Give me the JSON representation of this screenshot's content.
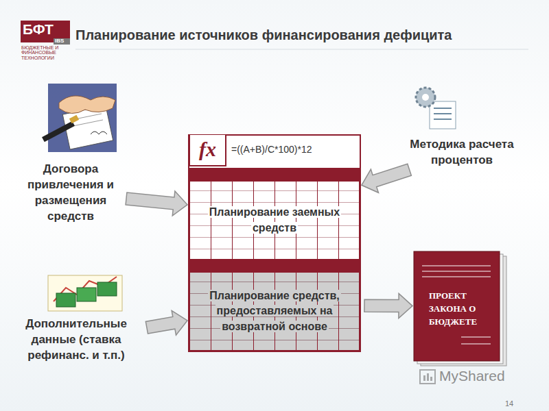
{
  "diagram": {
    "title": "Планирование источников финансирования дефицита",
    "nodes": [
      {
        "text": [
          "Договора привлечения и размещения средств"
        ]
      },
      {
        "text": [
          "Методика расчета процентов"
        ]
      },
      {
        "text": [
          "Дополнительные данные (ставка рефинанс. и т.п.)"
        ]
      },
      {
        "text": [
          "fx",
          "=((A+B)/C*100)*12"
        ]
      },
      {
        "text": [
          "Планирование заемных средств"
        ]
      },
      {
        "text": [
          "Планирование средств, предоставляемых на возвратной основе"
        ]
      },
      {
        "text": [
          "ПРОЕКТ ЗАКОНА О БЮДЖЕТЕ"
        ]
      }
    ],
    "edges": [
      {
        "from": 0,
        "to": 4,
        "arrow": "to"
      },
      {
        "from": 1,
        "to": 4,
        "arrow": "to"
      },
      {
        "from": 2,
        "to": 5,
        "arrow": "to"
      },
      {
        "from": 5,
        "to": 6,
        "arrow": "to"
      }
    ],
    "labels": [
      "БФТ",
      "IBS",
      "БЮДЖЕТНЫЕ И ФИНАНСОВЫЕ ТЕХНОЛОГИИ",
      "14",
      "MyShared"
    ]
  }
}
